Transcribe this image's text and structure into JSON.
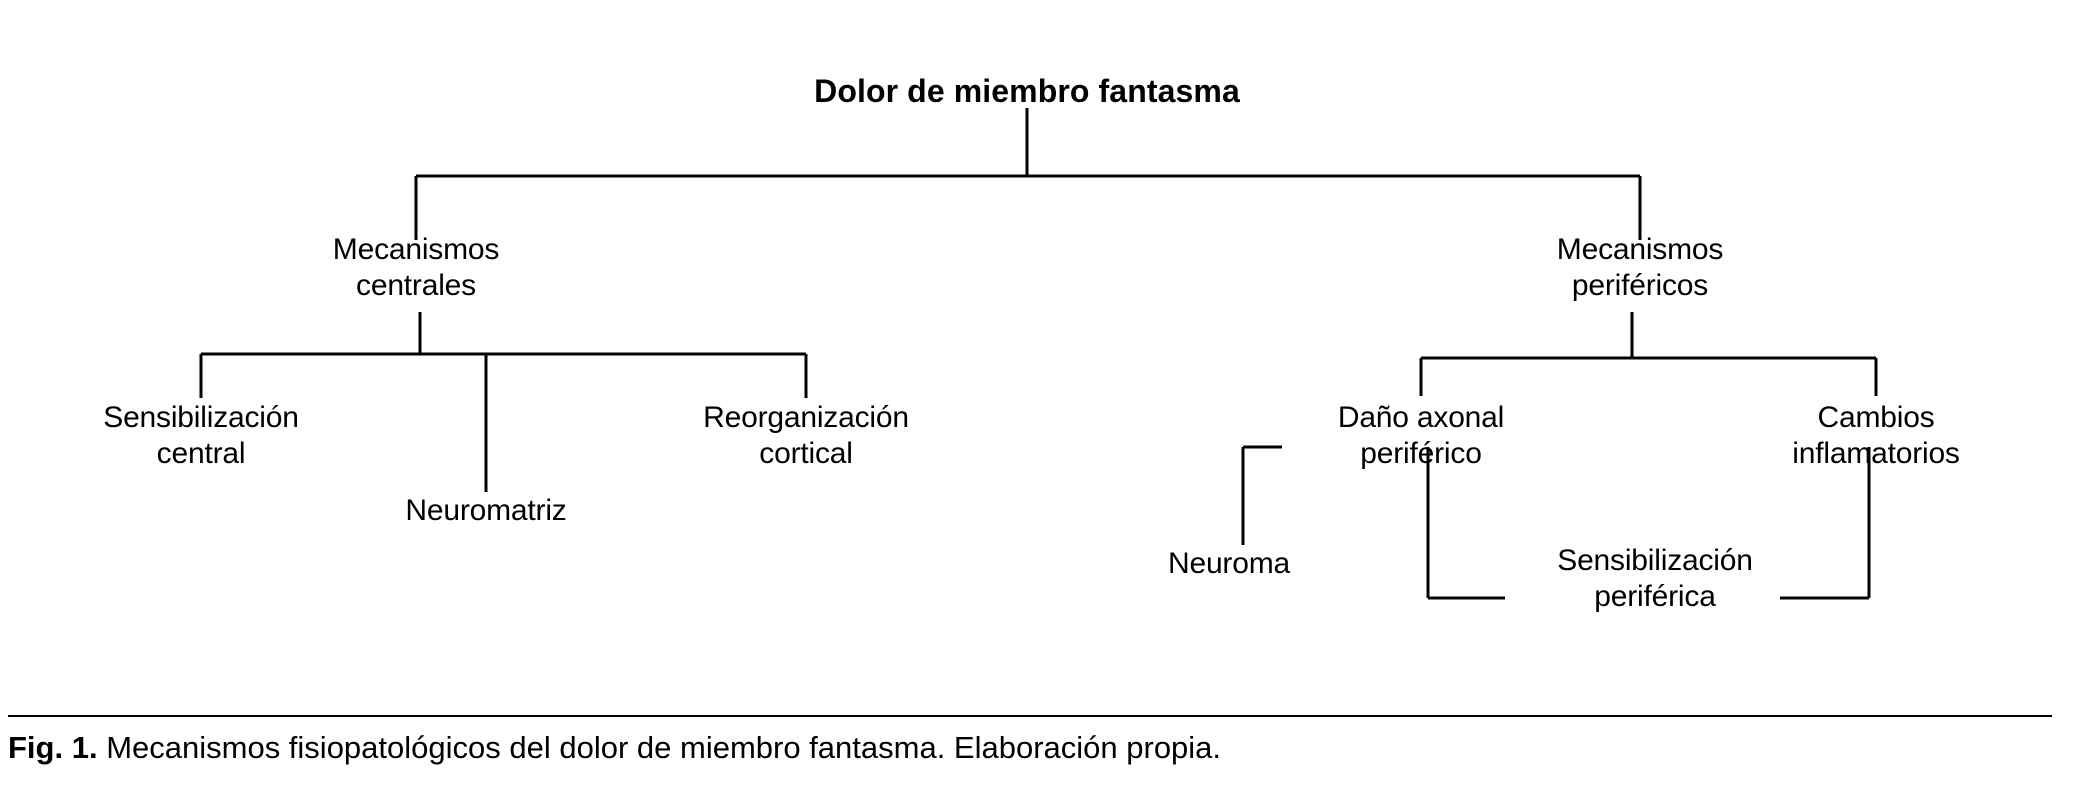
{
  "figure": {
    "root": {
      "label": "Dolor de miembro fantasma"
    },
    "branches": [
      {
        "id": "mecanismos-centrales",
        "label": "Mecanismos\ncentrales",
        "children": [
          {
            "id": "sensibilizacion-central",
            "label": "Sensibilización\ncentral"
          },
          {
            "id": "neuromatriz",
            "label": "Neuromatriz"
          },
          {
            "id": "reorganizacion-cortical",
            "label": "Reorganización\ncortical"
          }
        ]
      },
      {
        "id": "mecanismos-perifericos",
        "label": "Mecanismos\nperiféricos",
        "children": [
          {
            "id": "dano-axonal-periferico",
            "label": "Daño axonal\nperiférico"
          },
          {
            "id": "cambios-inflamatorios",
            "label": "Cambios\ninflamatorios"
          },
          {
            "id": "neuroma",
            "label": "Neuroma"
          },
          {
            "id": "sensibilizacion-periferica",
            "label": "Sensibilización\nperiférica"
          }
        ]
      }
    ],
    "caption": {
      "label": "Fig. 1.",
      "text": " Mecanismos fisiopatológicos del dolor de miembro fantasma. Elaboración propia."
    },
    "colors": {
      "line": "#000000",
      "text": "#000000",
      "background": "#ffffff"
    }
  }
}
